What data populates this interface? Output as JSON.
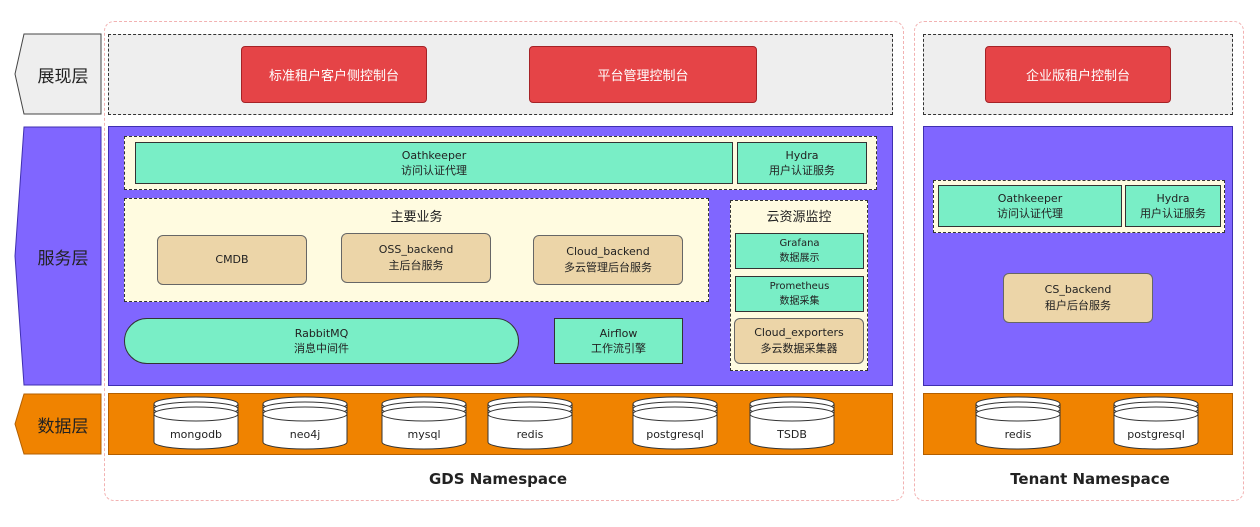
{
  "layers": {
    "presentation": "展现层",
    "service": "服务层",
    "data": "数据层"
  },
  "gds": {
    "namespace_title": "GDS Namespace",
    "consoles": [
      "标准租户客户侧控制台",
      "平台管理控制台"
    ],
    "oathkeeper": {
      "name": "Oathkeeper",
      "desc": "访问认证代理"
    },
    "hydra": {
      "name": "Hydra",
      "desc": "用户认证服务"
    },
    "main_business": {
      "title": "主要业务",
      "cmdb": "CMDB",
      "oss": {
        "name": "OSS_backend",
        "desc": "主后台服务"
      },
      "cloud": {
        "name": "Cloud_backend",
        "desc": "多云管理后台服务"
      }
    },
    "monitor": {
      "title": "云资源监控",
      "grafana": {
        "name": "Grafana",
        "desc": "数据展示"
      },
      "prometheus": {
        "name": "Prometheus",
        "desc": "数据采集"
      },
      "exporters": {
        "name": "Cloud_exporters",
        "desc": "多云数据采集器"
      }
    },
    "rabbitmq": {
      "name": "RabbitMQ",
      "desc": "消息中间件"
    },
    "airflow": {
      "name": "Airflow",
      "desc": "工作流引擎"
    },
    "databases": [
      "mongodb",
      "neo4j",
      "mysql",
      "redis",
      "postgresql",
      "TSDB"
    ]
  },
  "tenant": {
    "namespace_title": "Tenant Namespace",
    "console": "企业版租户控制台",
    "oathkeeper": {
      "name": "Oathkeeper",
      "desc": "访问认证代理"
    },
    "hydra": {
      "name": "Hydra",
      "desc": "用户认证服务"
    },
    "cs": {
      "name": "CS_backend",
      "desc": "租户后台服务"
    },
    "databases": [
      "redis",
      "postgresql"
    ]
  },
  "colors": {
    "presentation_bg": "#eeeeee",
    "service_bg": "#8066ff",
    "data_bg": "#f08300",
    "console_red": "#e54447",
    "component_green": "#79eec6",
    "component_tan": "#ecd5a8",
    "cream_group": "#fffbe0"
  }
}
